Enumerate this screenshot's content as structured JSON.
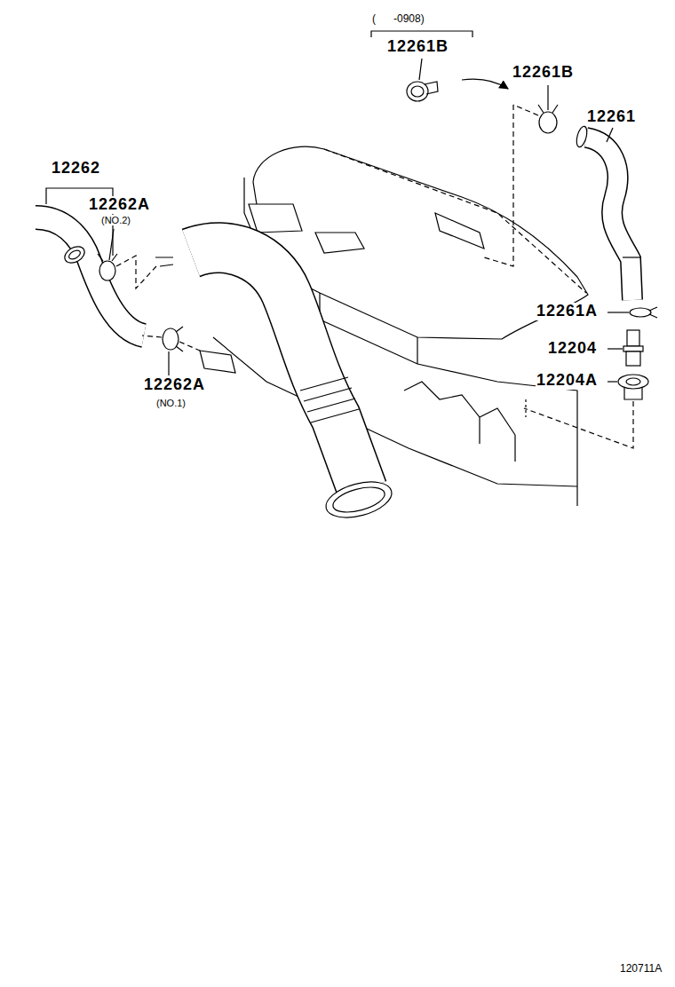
{
  "diagram": {
    "labels": [
      "(      -0908)",
      "12261B",
      "12261B",
      "12261",
      "12262",
      "12262A",
      "(NO.2)",
      "12261A",
      "12204",
      "12204A",
      "12262A",
      "(NO.1)",
      "120711A"
    ]
  }
}
